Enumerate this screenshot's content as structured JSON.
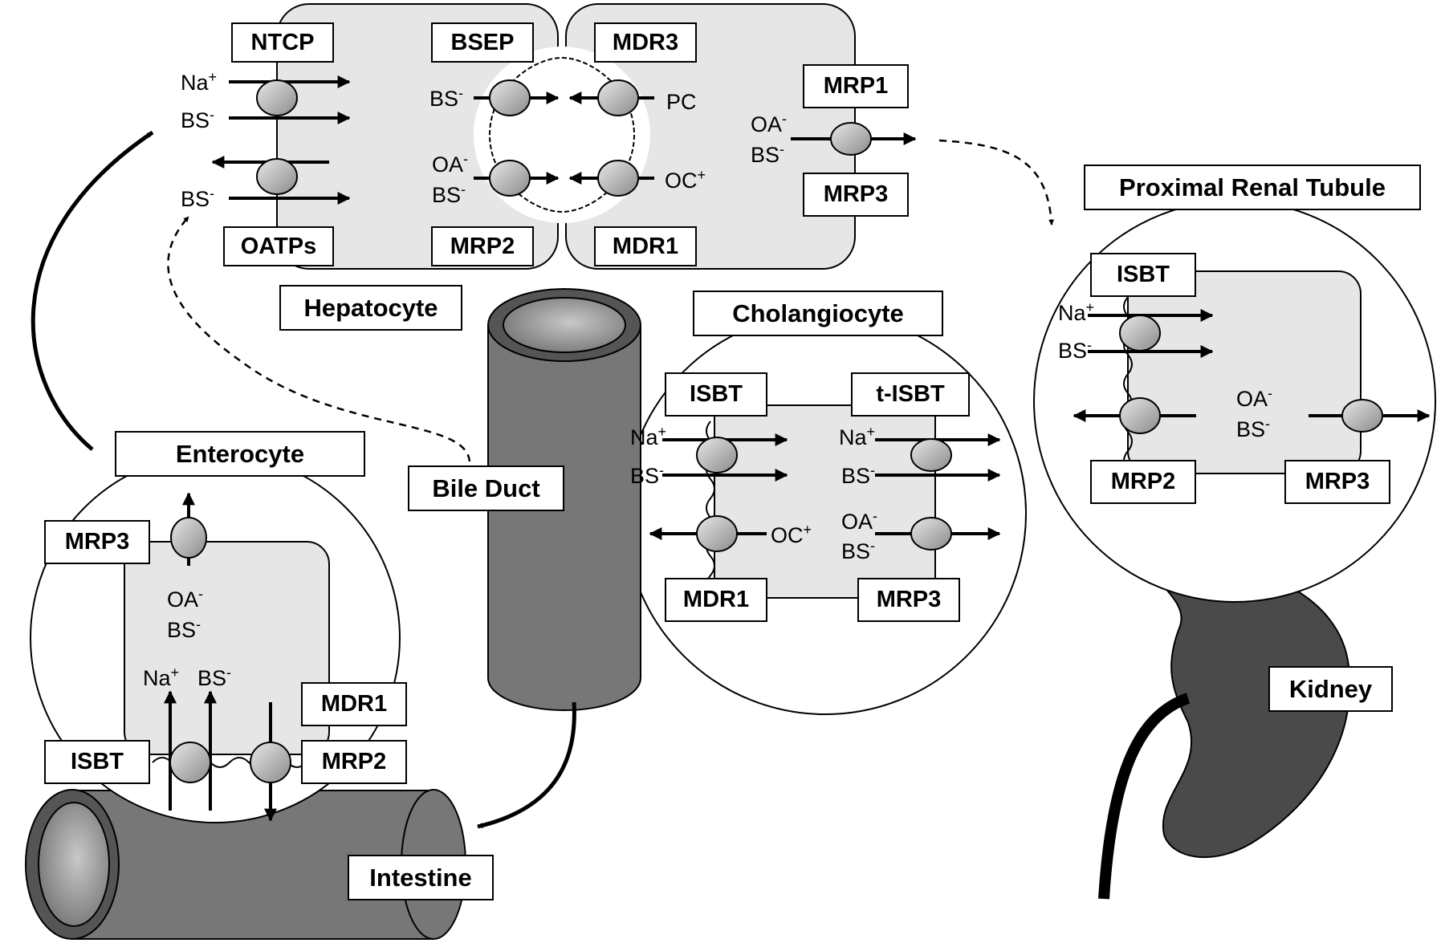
{
  "labels": {
    "ntcp": "NTCP",
    "bsep": "BSEP",
    "mdr3": "MDR3",
    "mrp1": "MRP1",
    "mrp3_hep": "MRP3",
    "oatps": "OATPs",
    "mrp2_hep": "MRP2",
    "mdr1_hep": "MDR1",
    "hepatocyte": "Hepatocyte",
    "cholangiocyte": "Cholangiocyte",
    "isbt_chol": "ISBT",
    "tisbt": "t-ISBT",
    "mdr1_chol": "MDR1",
    "mrp3_chol": "MRP3",
    "proximal_renal_tubule": "Proximal Renal Tubule",
    "isbt_kid": "ISBT",
    "mrp2_kid": "MRP2",
    "mrp3_kid": "MRP3",
    "kidney": "Kidney",
    "enterocyte": "Enterocyte",
    "mrp3_ent": "MRP3",
    "mdr1_ent": "MDR1",
    "isbt_ent": "ISBT",
    "mrp2_ent": "MRP2",
    "bile_duct": "Bile Duct",
    "intestine": "Intestine"
  },
  "species": {
    "na": "Na",
    "bs": "BS",
    "oa": "OA",
    "oc": "OC",
    "pc": "PC",
    "plus": "+",
    "minus": "-"
  }
}
